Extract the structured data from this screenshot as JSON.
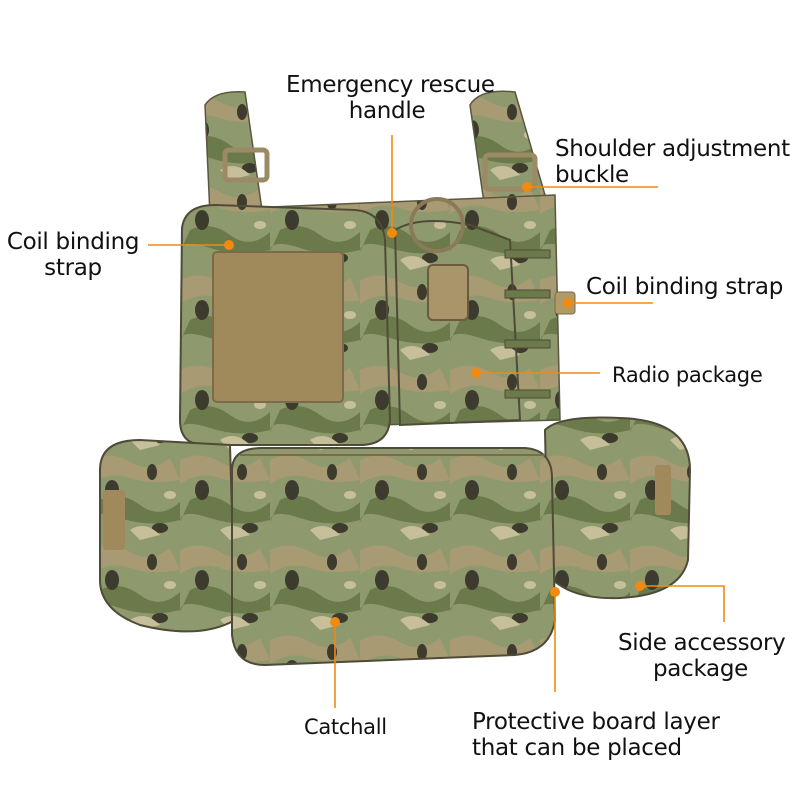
{
  "product": {
    "description": "Camouflage tactical chest rig vest with attached pouches",
    "accent_color": "#f08a10",
    "camo_colors": [
      "#8e9a6e",
      "#6b7a4a",
      "#a89a72",
      "#3d3a2e",
      "#c7bf9a",
      "#7d6a48"
    ]
  },
  "annotations": [
    {
      "id": "emergency-rescue-handle",
      "lines": [
        "Emergency rescue",
        "handle"
      ]
    },
    {
      "id": "shoulder-adjustment-buckle",
      "lines": [
        "Shoulder adjustment",
        "buckle"
      ]
    },
    {
      "id": "coil-binding-strap-left",
      "lines": [
        "Coil binding",
        "strap"
      ]
    },
    {
      "id": "coil-binding-strap-right",
      "lines": [
        "Coil binding strap"
      ]
    },
    {
      "id": "radio-package",
      "lines": [
        "Radio package"
      ]
    },
    {
      "id": "side-accessory-package",
      "lines": [
        "Side accessory",
        "package"
      ]
    },
    {
      "id": "catchall",
      "lines": [
        "Catchall"
      ]
    },
    {
      "id": "protective-board-layer",
      "lines": [
        "Protective board layer",
        "that can be placed"
      ]
    }
  ]
}
